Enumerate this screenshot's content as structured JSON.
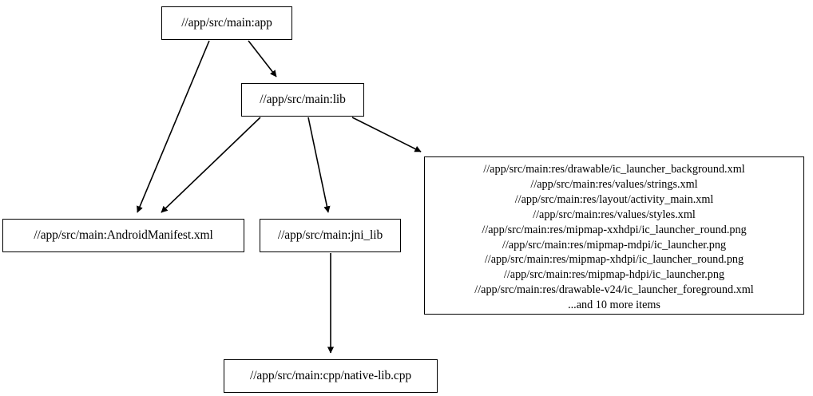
{
  "graph": {
    "type": "dependency-graph",
    "nodes": [
      {
        "id": "app",
        "label": "//app/src/main:app"
      },
      {
        "id": "lib",
        "label": "//app/src/main:lib"
      },
      {
        "id": "manifest",
        "label": "//app/src/main:AndroidManifest.xml"
      },
      {
        "id": "jni_lib",
        "label": "//app/src/main:jni_lib"
      },
      {
        "id": "nativelib",
        "label": "//app/src/main:cpp/native-lib.cpp"
      }
    ],
    "resource_node": {
      "id": "res",
      "lines": [
        "//app/src/main:res/drawable/ic_launcher_background.xml",
        "//app/src/main:res/values/strings.xml",
        "//app/src/main:res/layout/activity_main.xml",
        "//app/src/main:res/values/styles.xml",
        "//app/src/main:res/mipmap-xxhdpi/ic_launcher_round.png",
        "//app/src/main:res/mipmap-mdpi/ic_launcher.png",
        "//app/src/main:res/mipmap-xhdpi/ic_launcher_round.png",
        "//app/src/main:res/mipmap-hdpi/ic_launcher.png",
        "//app/src/main:res/drawable-v24/ic_launcher_foreground.xml",
        "...and 10 more items"
      ]
    },
    "edges": [
      {
        "from": "app",
        "to": "manifest"
      },
      {
        "from": "app",
        "to": "lib"
      },
      {
        "from": "lib",
        "to": "manifest"
      },
      {
        "from": "lib",
        "to": "jni_lib"
      },
      {
        "from": "lib",
        "to": "res"
      },
      {
        "from": "jni_lib",
        "to": "nativelib"
      }
    ],
    "colors": {
      "background": "#ffffff",
      "node_border": "#000000",
      "node_fill": "#ffffff",
      "edge": "#000000",
      "text": "#000000"
    }
  }
}
